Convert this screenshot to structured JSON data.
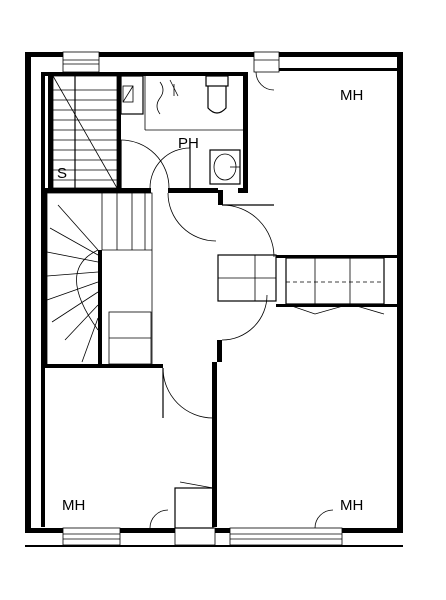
{
  "rooms": {
    "bedroom_top_right": "MH",
    "bedroom_bottom_left": "MH",
    "bedroom_bottom_right": "MH",
    "bathroom": "PH",
    "sauna": "S"
  }
}
